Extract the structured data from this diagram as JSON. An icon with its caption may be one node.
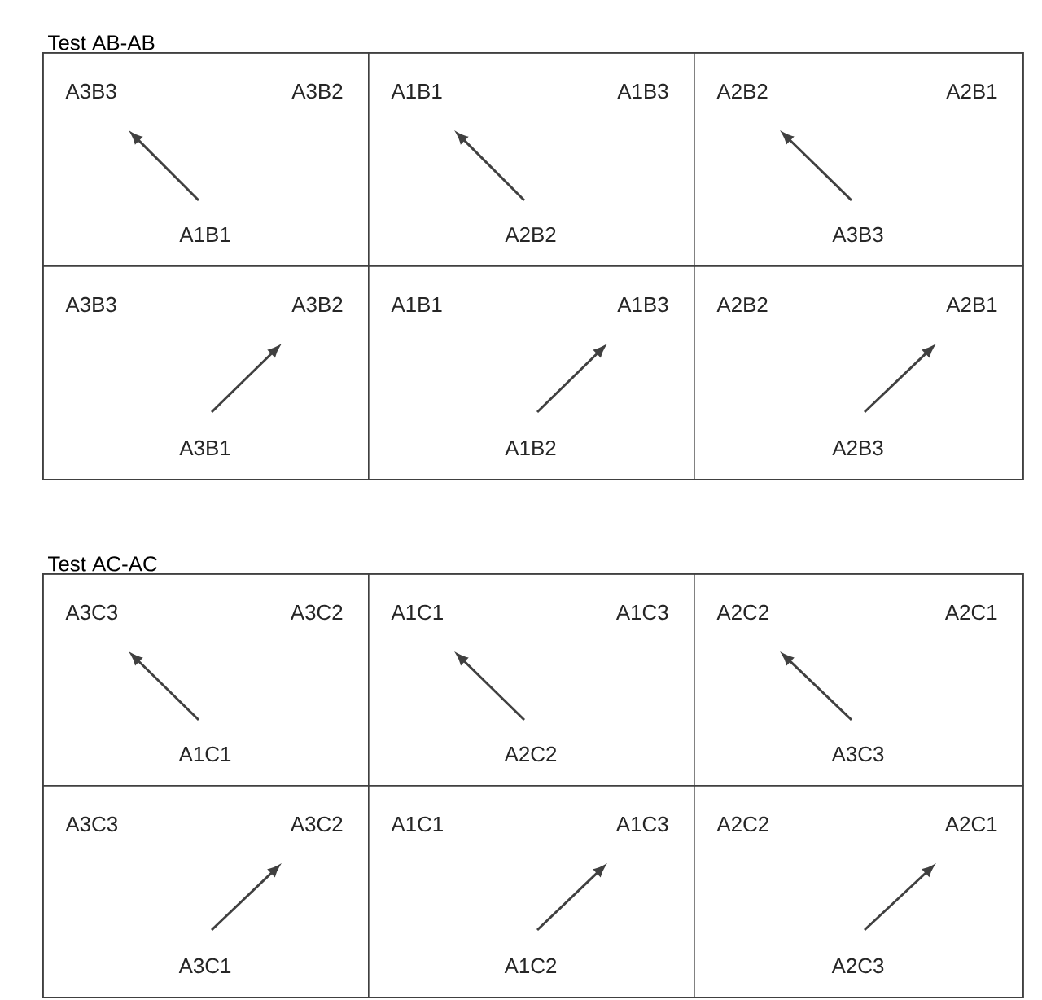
{
  "diagram": {
    "nodes": [
      {
        "text": [
          "Test AB-AB"
        ]
      },
      {
        "text": [],
        "shape": "box",
        "in": 0
      },
      {
        "text": [
          "A3B3"
        ],
        "in": 1
      },
      {
        "text": [
          "A3B2"
        ],
        "in": 1
      },
      {
        "text": [
          "A1B1"
        ],
        "in": 1
      },
      {
        "text": [],
        "shape": "box",
        "in": 0
      },
      {
        "text": [
          "A1B1"
        ],
        "in": 5
      },
      {
        "text": [
          "A1B3"
        ],
        "in": 5
      },
      {
        "text": [
          "A2B2"
        ],
        "in": 5
      },
      {
        "text": [],
        "shape": "box",
        "in": 0
      },
      {
        "text": [
          "A2B2"
        ],
        "in": 9
      },
      {
        "text": [
          "A2B1"
        ],
        "in": 9
      },
      {
        "text": [
          "A3B3"
        ],
        "in": 9
      },
      {
        "text": [],
        "shape": "box",
        "in": 0
      },
      {
        "text": [
          "A3B3"
        ],
        "in": 13
      },
      {
        "text": [
          "A3B2"
        ],
        "in": 13
      },
      {
        "text": [
          "A3B1"
        ],
        "in": 13
      },
      {
        "text": [],
        "shape": "box",
        "in": 0
      },
      {
        "text": [
          "A1B1"
        ],
        "in": 17
      },
      {
        "text": [
          "A1B3"
        ],
        "in": 17
      },
      {
        "text": [
          "A1B2"
        ],
        "in": 17
      },
      {
        "text": [],
        "shape": "box",
        "in": 0
      },
      {
        "text": [
          "A2B2"
        ],
        "in": 21
      },
      {
        "text": [
          "A2B1"
        ],
        "in": 21
      },
      {
        "text": [
          "A2B3"
        ],
        "in": 21
      },
      {
        "text": [
          "Test AC-AC"
        ]
      },
      {
        "text": [],
        "shape": "box",
        "in": 25
      },
      {
        "text": [
          "A3C3"
        ],
        "in": 26
      },
      {
        "text": [
          "A3C2"
        ],
        "in": 26
      },
      {
        "text": [
          "A1C1"
        ],
        "in": 26
      },
      {
        "text": [],
        "shape": "box",
        "in": 25
      },
      {
        "text": [
          "A1C1"
        ],
        "in": 30
      },
      {
        "text": [
          "A1C3"
        ],
        "in": 30
      },
      {
        "text": [
          "A2C2"
        ],
        "in": 30
      },
      {
        "text": [],
        "shape": "box",
        "in": 25
      },
      {
        "text": [
          "A2C2"
        ],
        "in": 34
      },
      {
        "text": [
          "A2C1"
        ],
        "in": 34
      },
      {
        "text": [
          "A3C3"
        ],
        "in": 34
      },
      {
        "text": [],
        "shape": "box",
        "in": 25
      },
      {
        "text": [
          "A3C3"
        ],
        "in": 38
      },
      {
        "text": [
          "A3C2"
        ],
        "in": 38
      },
      {
        "text": [
          "A3C1"
        ],
        "in": 38
      },
      {
        "text": [],
        "shape": "box",
        "in": 25
      },
      {
        "text": [
          "A1C1"
        ],
        "in": 42
      },
      {
        "text": [
          "A1C3"
        ],
        "in": 42
      },
      {
        "text": [
          "A1C2"
        ],
        "in": 42
      },
      {
        "text": [],
        "shape": "box",
        "in": 25
      },
      {
        "text": [
          "A2C2"
        ],
        "in": 46
      },
      {
        "text": [
          "A2C1"
        ],
        "in": 46
      },
      {
        "text": [
          "A2C3"
        ],
        "in": 46
      }
    ],
    "edges": [
      {
        "from": 4,
        "to": 2,
        "arrow": "to"
      },
      {
        "from": 8,
        "to": 6,
        "arrow": "to"
      },
      {
        "from": 12,
        "to": 10,
        "arrow": "to"
      },
      {
        "from": 16,
        "to": 15,
        "arrow": "to"
      },
      {
        "from": 20,
        "to": 19,
        "arrow": "to"
      },
      {
        "from": 24,
        "to": 23,
        "arrow": "to"
      },
      {
        "from": 29,
        "to": 27,
        "arrow": "to"
      },
      {
        "from": 33,
        "to": 31,
        "arrow": "to"
      },
      {
        "from": 37,
        "to": 35,
        "arrow": "to"
      },
      {
        "from": 41,
        "to": 40,
        "arrow": "to"
      },
      {
        "from": 45,
        "to": 44,
        "arrow": "to"
      },
      {
        "from": 49,
        "to": 48,
        "arrow": "to"
      }
    ]
  }
}
